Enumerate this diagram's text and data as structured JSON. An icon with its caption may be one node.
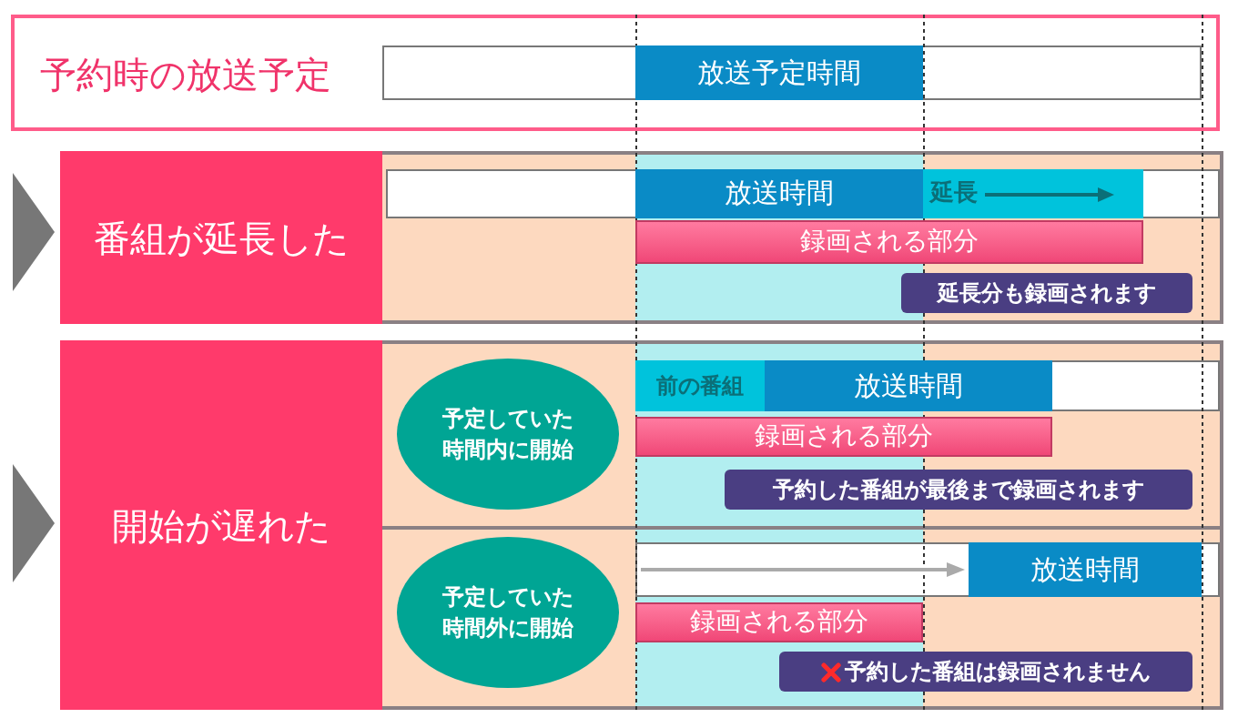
{
  "diagram": {
    "nodes": [
      {
        "text": [
          "予約時の放送予定"
        ]
      },
      {
        "text": [
          "放送予定時間"
        ],
        "in": 0
      },
      {
        "text": [],
        "shape": "box"
      },
      {
        "text": [
          "番組が延長した"
        ],
        "in": 2
      },
      {
        "text": [
          "放送時間"
        ],
        "in": 2
      },
      {
        "text": [
          "延長"
        ],
        "in": 2
      },
      {
        "text": [
          "録画される部分"
        ],
        "in": 2
      },
      {
        "text": [
          "延長分も録画されます"
        ],
        "in": 2
      },
      {
        "text": [],
        "shape": "box"
      },
      {
        "text": [
          "開始が遅れた"
        ],
        "in": 8
      },
      {
        "text": [
          "予定していた時間内に開始"
        ],
        "in": 8
      },
      {
        "text": [
          "前の番組"
        ],
        "in": 8
      },
      {
        "text": [
          "放送時間"
        ],
        "in": 8
      },
      {
        "text": [
          "録画される部分"
        ],
        "in": 8
      },
      {
        "text": [
          "予約した番組が最後まで録画されます"
        ],
        "in": 8
      },
      {
        "text": [
          "予定していた時間外に開始"
        ],
        "in": 8
      },
      {
        "text": [
          "放送時間"
        ],
        "in": 8
      },
      {
        "text": [
          "録画される部分"
        ],
        "in": 8
      },
      {
        "text": [
          "予約した番組は録画されません"
        ],
        "in": 8
      }
    ]
  }
}
